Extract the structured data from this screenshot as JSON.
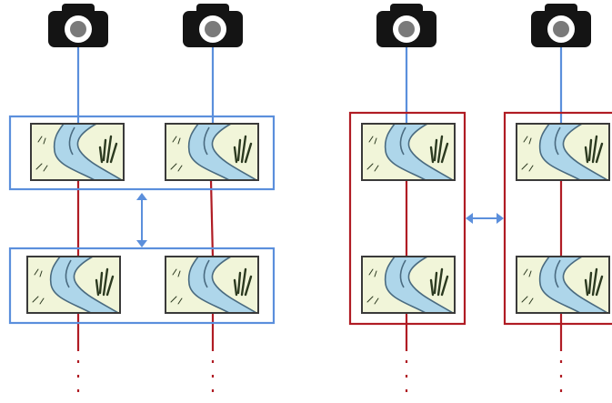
{
  "colors": {
    "frame_group": "#5b8fdc",
    "column_group": "#b01c24",
    "camera_body": "#141414",
    "lens_ring": "#ffffff",
    "lens_core": "#7a7a7a",
    "ground": "#f1f5d9",
    "river": "#aed6ea",
    "river_edge": "#4a6b80",
    "grass": "#2c3a20",
    "thumb_border": "#3a3a3a"
  },
  "icons": {
    "camera": "camera-icon",
    "thumbnail": "river-scene-image",
    "arrow": "double-arrow-icon"
  },
  "panels": [
    {
      "id": "left",
      "grouping": "frame_group",
      "cameras": 2,
      "frames": 2,
      "arrow": "vertical"
    },
    {
      "id": "right",
      "grouping": "column_group",
      "cameras": 2,
      "frames": 2,
      "arrow": "horizontal"
    }
  ]
}
